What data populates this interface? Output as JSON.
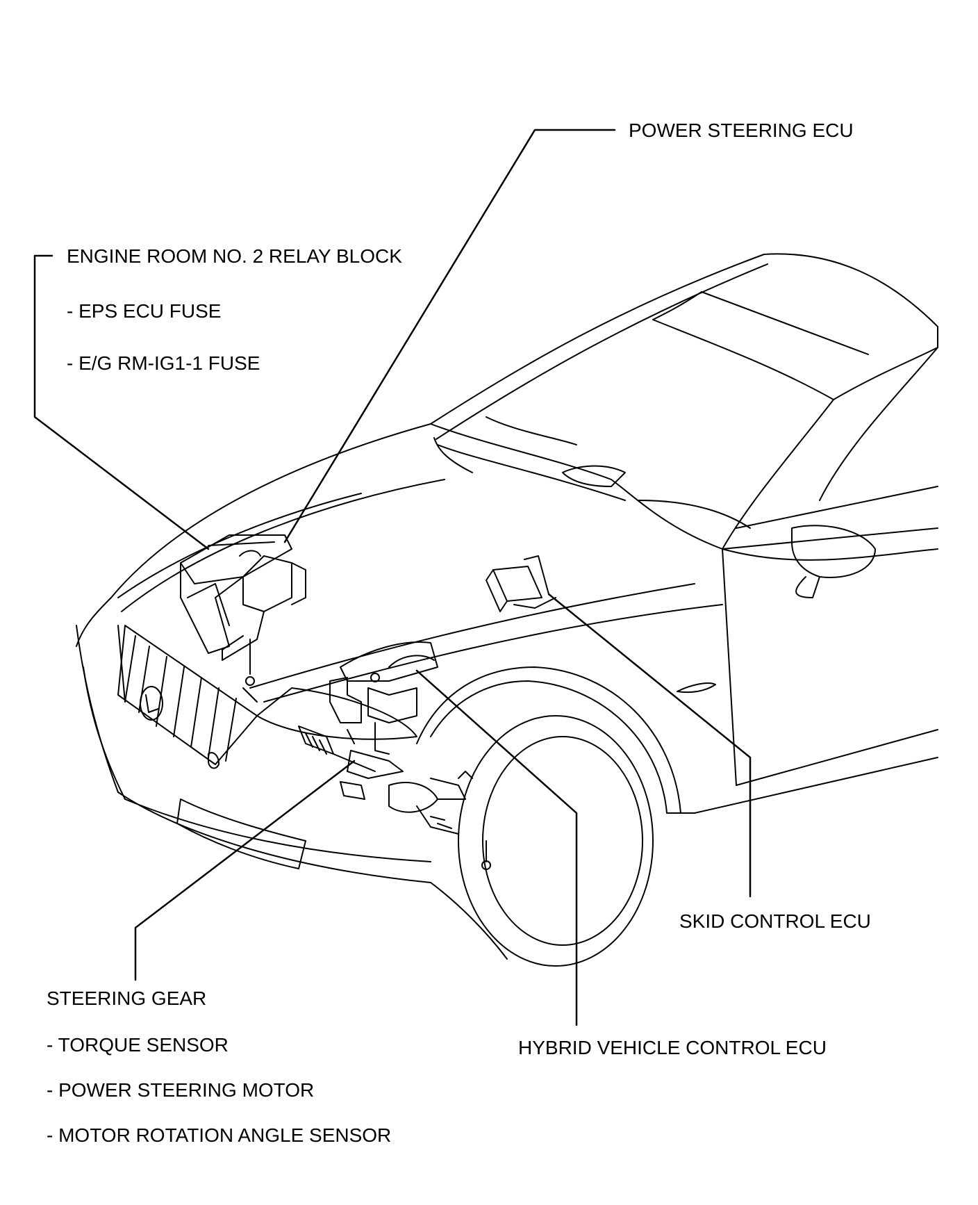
{
  "labels": {
    "power_steering_ecu": "POWER STEERING ECU",
    "engine_room_relay_block": "ENGINE ROOM NO. 2 RELAY BLOCK",
    "eps_ecu_fuse": "- EPS ECU FUSE",
    "eg_rm_ig1_fuse": "- E/G RM-IG1-1 FUSE",
    "skid_control_ecu": "SKID CONTROL ECU",
    "steering_gear": "STEERING GEAR",
    "torque_sensor": "- TORQUE SENSOR",
    "power_steering_motor": "- POWER STEERING MOTOR",
    "motor_rotation_angle_sensor": "- MOTOR ROTATION ANGLE SENSOR",
    "hybrid_vehicle_control_ecu": "HYBRID VEHICLE CONTROL ECU"
  }
}
